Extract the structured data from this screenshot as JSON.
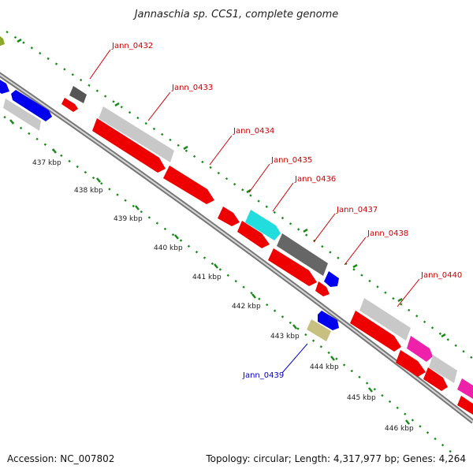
{
  "title": "Jannaschia sp. CCS1, complete genome",
  "footer": {
    "accession": "Accession: NC_007802",
    "summary": "Topology: circular; Length: 4,317,977 bp; Genes: 4,264"
  },
  "colors": {
    "label_forward": "#cc0000",
    "label_reverse": "#0000cc",
    "tick": "#1a8a1a",
    "backbone": "#777777"
  },
  "kbp_labels": [
    "437 kbp",
    "438 kbp",
    "439 kbp",
    "440 kbp",
    "441 kbp",
    "442 kbp",
    "443 kbp",
    "444 kbp",
    "445 kbp",
    "446 kbp"
  ],
  "gene_labels": [
    {
      "text": "Jann_0432",
      "strand": "forward"
    },
    {
      "text": "Jann_0433",
      "strand": "forward"
    },
    {
      "text": "Jann_0434",
      "strand": "forward"
    },
    {
      "text": "Jann_0435",
      "strand": "forward"
    },
    {
      "text": "Jann_0436",
      "strand": "forward"
    },
    {
      "text": "Jann_0437",
      "strand": "forward"
    },
    {
      "text": "Jann_0438",
      "strand": "forward"
    },
    {
      "text": "Jann_0440",
      "strand": "forward"
    },
    {
      "text": "Jann_0439",
      "strand": "reverse"
    }
  ]
}
